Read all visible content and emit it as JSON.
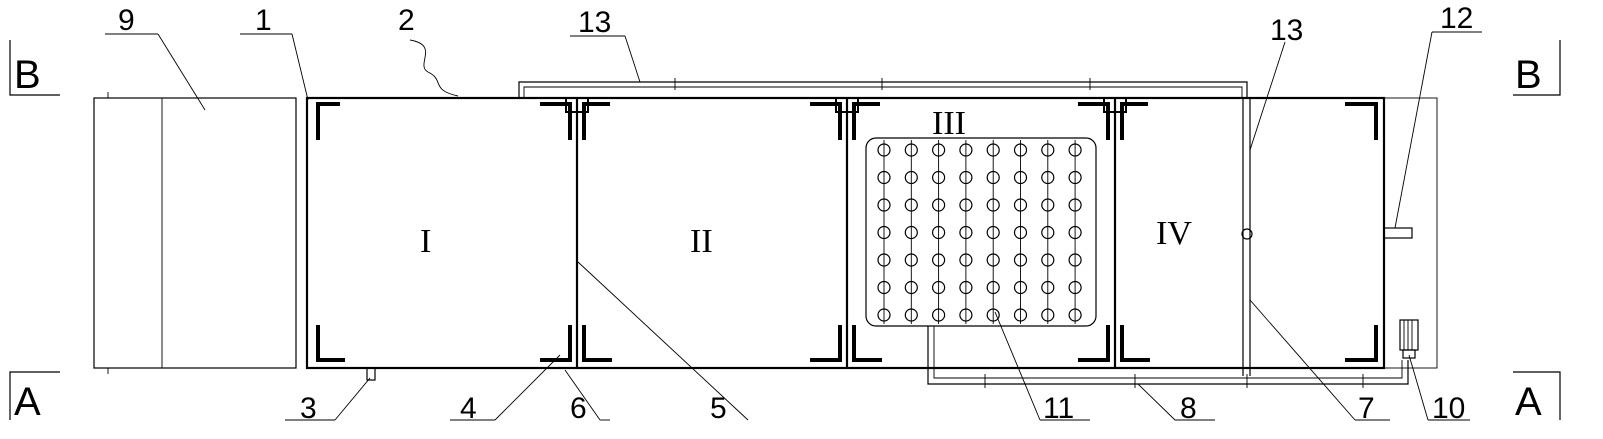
{
  "section_labels": {
    "top_left": "B",
    "top_right": "B",
    "bottom_left": "A",
    "bottom_right": "A"
  },
  "chambers": [
    "I",
    "II",
    "III",
    "IV"
  ],
  "callouts": {
    "c1": "1",
    "c2": "2",
    "c3": "3",
    "c4": "4",
    "c5": "5",
    "c6": "6",
    "c7": "7",
    "c8": "8",
    "c9": "9",
    "c10": "10",
    "c11": "11",
    "c12": "12",
    "c13a": "13",
    "c13b": "13"
  }
}
